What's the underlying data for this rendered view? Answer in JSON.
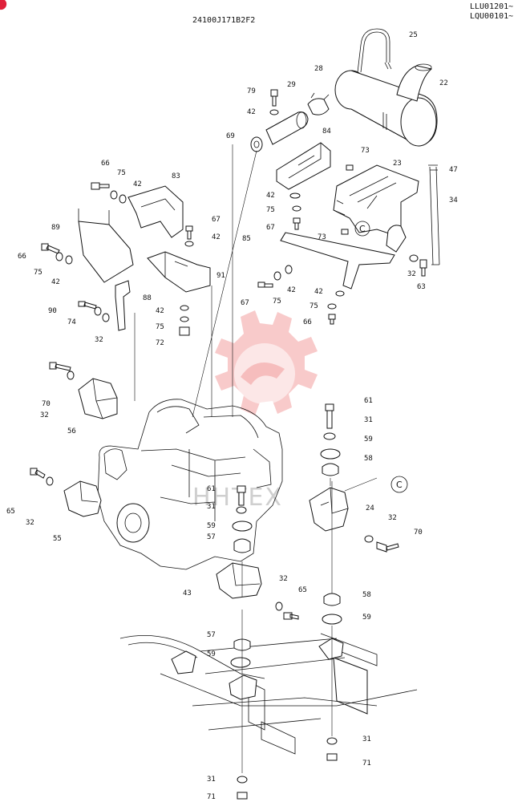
{
  "header": {
    "drawing_code": "24100J171B2F2",
    "serial_line_1": "LLU01201~",
    "serial_line_2": "LQU00101~"
  },
  "reference_mark": "C",
  "watermark": {
    "icon": "gear-logo-icon",
    "text": "HHTEX",
    "color": "#f08a8a"
  },
  "callouts": [
    {
      "id": "c25a",
      "label": "25"
    },
    {
      "id": "c22",
      "label": "22"
    },
    {
      "id": "c28",
      "label": "28"
    },
    {
      "id": "c29",
      "label": "29"
    },
    {
      "id": "c79",
      "label": "79"
    },
    {
      "id": "c42a",
      "label": "42"
    },
    {
      "id": "c69",
      "label": "69"
    },
    {
      "id": "c84",
      "label": "84"
    },
    {
      "id": "c73a",
      "label": "73"
    },
    {
      "id": "c23",
      "label": "23"
    },
    {
      "id": "c47",
      "label": "47"
    },
    {
      "id": "c34",
      "label": "34"
    },
    {
      "id": "c66a",
      "label": "66"
    },
    {
      "id": "c75a",
      "label": "75"
    },
    {
      "id": "c42b",
      "label": "42"
    },
    {
      "id": "c83",
      "label": "83"
    },
    {
      "id": "c42c",
      "label": "42"
    },
    {
      "id": "c75b",
      "label": "75"
    },
    {
      "id": "c67a",
      "label": "67"
    },
    {
      "id": "c73b",
      "label": "73"
    },
    {
      "id": "c67b",
      "label": "67"
    },
    {
      "id": "c42d",
      "label": "42"
    },
    {
      "id": "c85",
      "label": "85"
    },
    {
      "id": "c89",
      "label": "89"
    },
    {
      "id": "c66b",
      "label": "66"
    },
    {
      "id": "c75c",
      "label": "75"
    },
    {
      "id": "c42e",
      "label": "42"
    },
    {
      "id": "c91",
      "label": "91"
    },
    {
      "id": "c32a",
      "label": "32"
    },
    {
      "id": "c63",
      "label": "63"
    },
    {
      "id": "c67c",
      "label": "67"
    },
    {
      "id": "c75d",
      "label": "75"
    },
    {
      "id": "c42f",
      "label": "42"
    },
    {
      "id": "c42g",
      "label": "42"
    },
    {
      "id": "c75e",
      "label": "75"
    },
    {
      "id": "c66c",
      "label": "66"
    },
    {
      "id": "c88",
      "label": "88"
    },
    {
      "id": "c90",
      "label": "90"
    },
    {
      "id": "c74",
      "label": "74"
    },
    {
      "id": "c42h",
      "label": "42"
    },
    {
      "id": "c75f",
      "label": "75"
    },
    {
      "id": "c72",
      "label": "72"
    },
    {
      "id": "c32b",
      "label": "32"
    },
    {
      "id": "c70a",
      "label": "70"
    },
    {
      "id": "c32c",
      "label": "32"
    },
    {
      "id": "c56",
      "label": "56"
    },
    {
      "id": "c61a",
      "label": "61"
    },
    {
      "id": "c31a",
      "label": "31"
    },
    {
      "id": "c59a",
      "label": "59"
    },
    {
      "id": "c58a",
      "label": "58"
    },
    {
      "id": "c61b",
      "label": "61"
    },
    {
      "id": "c31b",
      "label": "31"
    },
    {
      "id": "c24",
      "label": "24"
    },
    {
      "id": "c32d",
      "label": "32"
    },
    {
      "id": "c70b",
      "label": "70"
    },
    {
      "id": "c65a",
      "label": "65"
    },
    {
      "id": "c32e",
      "label": "32"
    },
    {
      "id": "c55",
      "label": "55"
    },
    {
      "id": "c59b",
      "label": "59"
    },
    {
      "id": "c57a",
      "label": "57"
    },
    {
      "id": "c43",
      "label": "43"
    },
    {
      "id": "c32f",
      "label": "32"
    },
    {
      "id": "c65b",
      "label": "65"
    },
    {
      "id": "c58b",
      "label": "58"
    },
    {
      "id": "c59c",
      "label": "59"
    },
    {
      "id": "c57b",
      "label": "57"
    },
    {
      "id": "c59d",
      "label": "59"
    },
    {
      "id": "c31c",
      "label": "31"
    },
    {
      "id": "c71a",
      "label": "71"
    },
    {
      "id": "c31d",
      "label": "31"
    },
    {
      "id": "c71b",
      "label": "71"
    }
  ]
}
